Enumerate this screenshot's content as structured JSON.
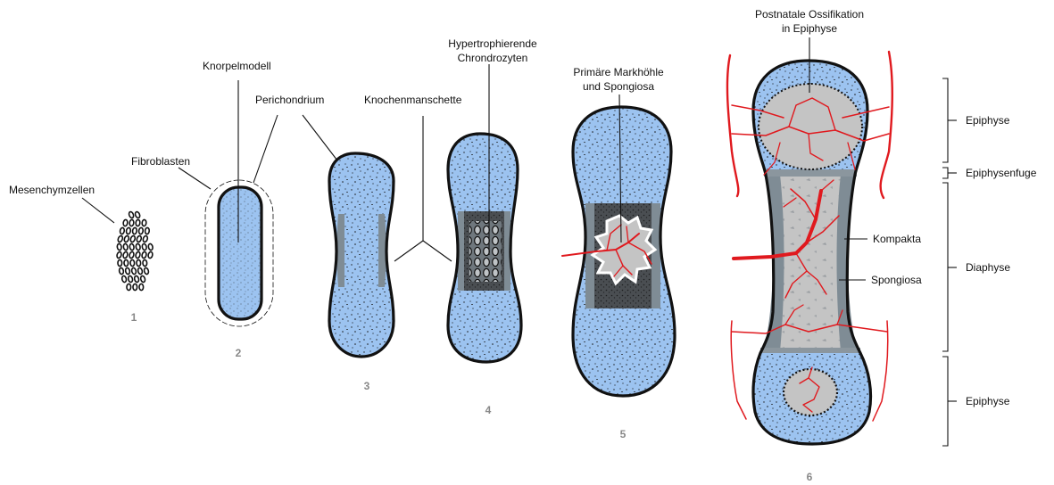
{
  "colors": {
    "cartilage_blue": "#9cc3f0",
    "bone_gray": "#c4c4c4",
    "collar_gray": "#7f8c95",
    "vessel_red": "#e0191e",
    "outline": "#111111",
    "stage_number_gray": "#888888"
  },
  "labels": {
    "mesenchymzellen": "Mesenchymzellen",
    "fibroblasten": "Fibroblasten",
    "knorpelmodell": "Knorpelmodell",
    "perichondrium": "Perichondrium",
    "knochenmanschette": "Knochenmanschette",
    "hypertrophierende_line1": "Hypertrophierende",
    "hypertrophierende_line2": "Chrondrozyten",
    "markhoehle_line1": "Primäre Markhöhle",
    "markhoehle_line2": "und Spongiosa",
    "ossifikation_line1": "Postnatale Ossifikation",
    "ossifikation_line2": "in Epiphyse",
    "kompakta": "Kompakta",
    "spongiosa": "Spongiosa"
  },
  "regions": {
    "epiphyse_top": "Epiphyse",
    "epiphysenfuge": "Epiphysenfuge",
    "diaphyse": "Diaphyse",
    "epiphyse_bottom": "Epiphyse"
  },
  "stages": [
    "1",
    "2",
    "3",
    "4",
    "5",
    "6"
  ]
}
